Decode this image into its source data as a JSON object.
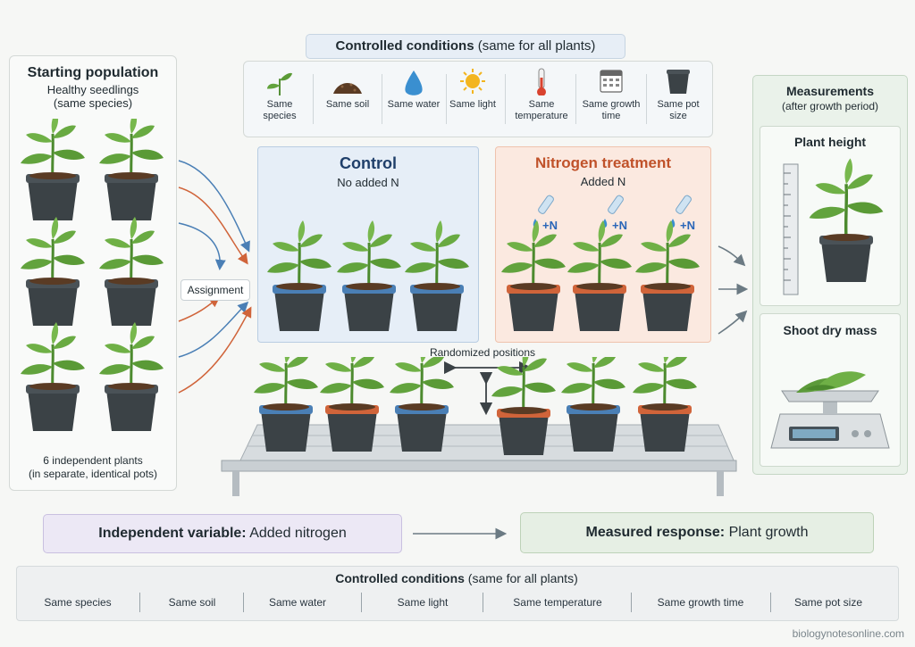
{
  "top_conditions": {
    "title": "Controlled conditions",
    "subtitle": "(same for all plants)",
    "items": [
      {
        "label": "Same species",
        "icon": "sprout-icon"
      },
      {
        "label": "Same soil",
        "icon": "soil-pile-icon"
      },
      {
        "label": "Same water",
        "icon": "water-drop-icon"
      },
      {
        "label": "Same light",
        "icon": "sun-icon"
      },
      {
        "label": "Same temperature",
        "icon": "thermometer-icon"
      },
      {
        "label": "Same growth time",
        "icon": "calendar-icon"
      },
      {
        "label": "Same pot size",
        "icon": "pot-icon"
      }
    ]
  },
  "starting_population": {
    "title": "Starting population",
    "subtitle_line1": "Healthy seedlings",
    "subtitle_line2": "(same species)",
    "footer_line1": "6 independent plants",
    "footer_line2": "(in separate, identical pots)"
  },
  "assignment_label": "Assignment",
  "control_group": {
    "title": "Control",
    "subtitle": "No added N"
  },
  "treatment_group": {
    "title": "Nitrogen treatment",
    "subtitle": "Added N",
    "dose_label": "+N"
  },
  "randomized_label": "Randomized positions",
  "measurements": {
    "title": "Measurements",
    "subtitle": "(after growth period)",
    "height_title": "Plant height",
    "mass_title": "Shoot dry mass"
  },
  "independent_variable": {
    "label": "Independent variable:",
    "value": "Added nitrogen"
  },
  "measured_response": {
    "label": "Measured response:",
    "value": "Plant growth"
  },
  "bottom_conditions": {
    "title": "Controlled conditions",
    "subtitle": "(same for all plants)",
    "items": [
      "Same species",
      "Same soil",
      "Same water",
      "Same light",
      "Same temperature",
      "Same growth time",
      "Same pot size"
    ]
  },
  "watermark": "biologynotesonline.com",
  "colors": {
    "control_accent": "#4a7fb5",
    "treatment_accent": "#d0643a",
    "control_bg": "#e6eef7",
    "treatment_bg": "#fbe9e0",
    "leaf": "#5c9a3a",
    "independent_bg": "#ece8f5",
    "response_bg": "#e6efe4"
  }
}
